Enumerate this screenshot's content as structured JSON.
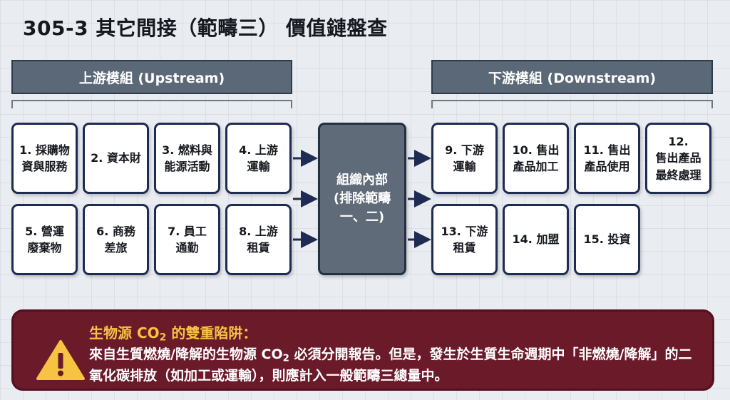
{
  "title": "305-3 其它間接（範疇三） 價值鏈盤查",
  "upstream": {
    "header": "上游模組 (Upstream)",
    "items": [
      "1. 採購物\n資與服務",
      "2. 資本財",
      "3. 燃料與\n能源活動",
      "4. 上游\n運輸",
      "5. 營運\n廢棄物",
      "6. 商務\n差旅",
      "7. 員工\n通勤",
      "8. 上游\n租賃"
    ]
  },
  "organization": "組織內部\n(排除範疇\n一、二)",
  "downstream": {
    "header": "下游模組 (Downstream)",
    "items": [
      "9. 下游\n運輸",
      "10. 售出\n產品加工",
      "11. 售出\n產品使用",
      "12.\n售出產品\n最終處理",
      "13. 下游\n租賃",
      "14. 加盟",
      "15. 投資"
    ]
  },
  "warning": {
    "title_prefix": "生物源 CO",
    "title_sub": "2",
    "title_suffix": " 的雙重陷阱：",
    "body_prefix": "來自生質燃燒/降解的生物源 CO",
    "body_sub": "2",
    "body_suffix": " 必須分開報告。但是，發生於生質生命週期中「非燃燒/降解」的二氧化碳排放（如加工或運輸），則應計入一般範疇三總量中。"
  },
  "colors": {
    "box_border": "#1e2b52",
    "header_fill": "#5a6878",
    "org_fill": "#5f6b79",
    "warning_fill": "#6b1a2a",
    "warning_title": "#f6c342"
  }
}
